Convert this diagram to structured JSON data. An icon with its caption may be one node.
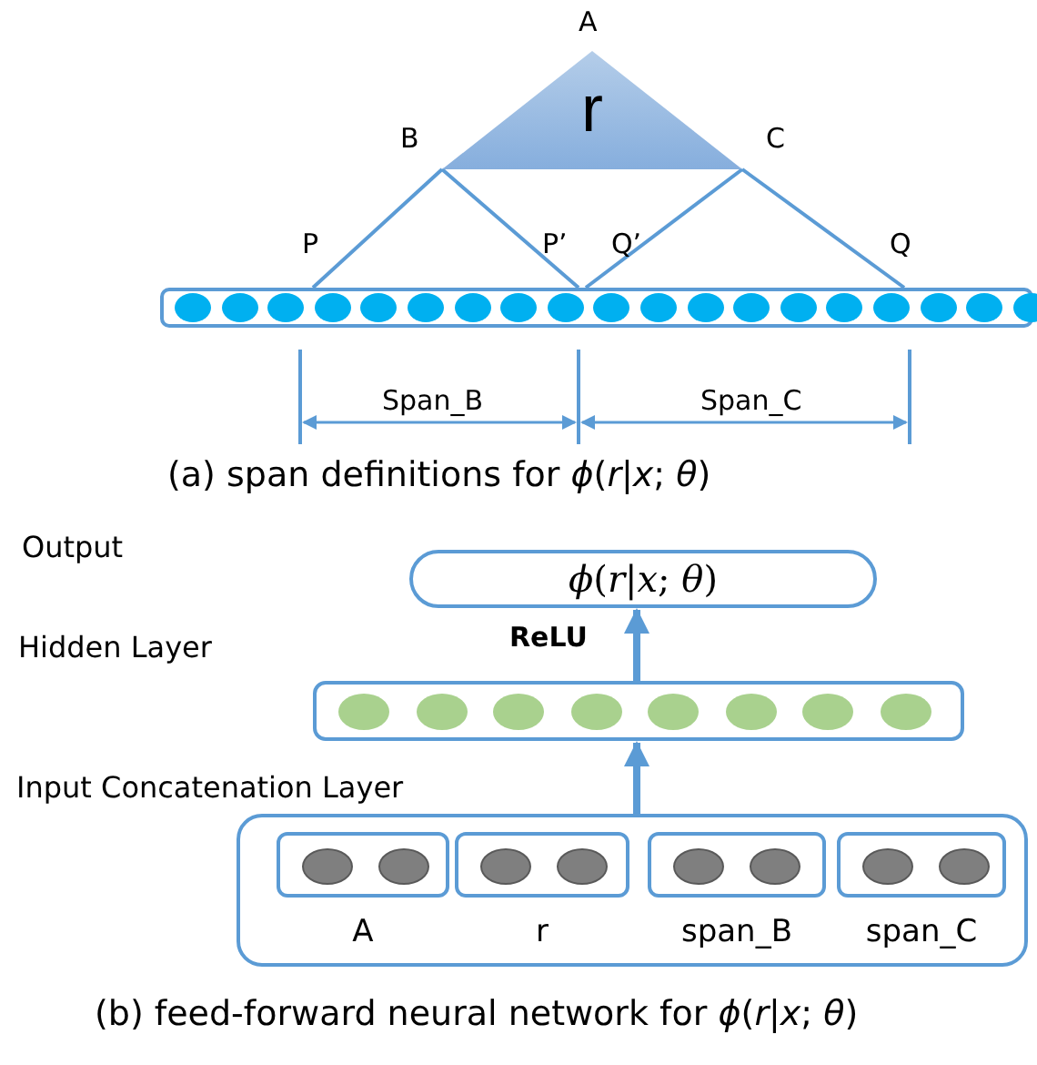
{
  "diagram": {
    "nodes": [
      {
        "text": [
          "r"
        ]
      },
      {
        "text": [],
        "shape": "bar"
      },
      {
        "text": [
          "*ϕ*(*r*|*x*; *θ*)"
        ]
      },
      {
        "text": [],
        "shape": "bar"
      },
      {
        "text": [],
        "shape": "box"
      },
      {
        "text": [
          "A"
        ],
        "in": 4
      },
      {
        "text": [
          "r"
        ],
        "in": 4
      },
      {
        "text": [
          "span_B"
        ],
        "in": 4
      },
      {
        "text": [
          "span_C"
        ],
        "in": 4
      }
    ],
    "edges": [
      {
        "from": 0,
        "to": 1,
        "arrow": "none"
      },
      {
        "from": 0,
        "to": 1,
        "arrow": "none"
      },
      {
        "from": 0,
        "to": 1,
        "arrow": "none"
      },
      {
        "from": 0,
        "to": 1,
        "arrow": "none"
      },
      {
        "from": 4,
        "to": 3,
        "arrow": "to",
        "style": "thick"
      },
      {
        "from": 3,
        "to": 2,
        "arrow": "to",
        "style": "thick",
        "label": "ReLU"
      }
    ],
    "labels": [
      "A",
      "B",
      "C",
      "P",
      "P’",
      "Q’",
      "Q",
      "Span_B",
      "Span_C",
      "(a) span definitions for *ϕ*(*r*|*x*; *θ*)",
      "Output",
      "Hidden Layer",
      "Input Concatenation Layer",
      "(b) feed-forward neural network for *ϕ*(*r*|*x*; *θ*)"
    ]
  }
}
